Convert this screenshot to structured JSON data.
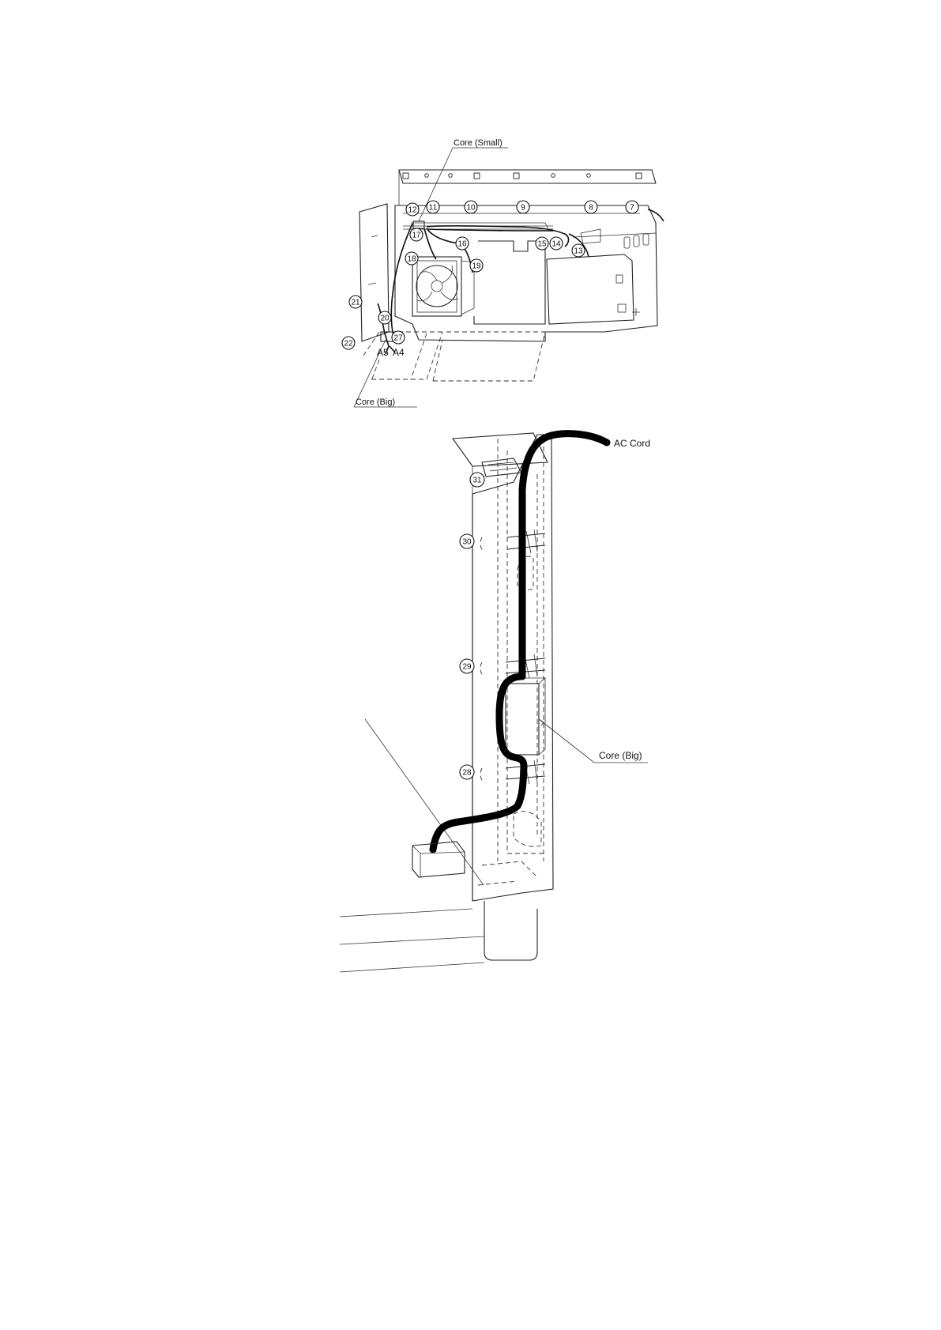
{
  "top_view": {
    "core_small_label": "Core (Small)",
    "core_big_label": "Core (Big)",
    "callouts": [
      "7",
      "8",
      "9",
      "10",
      "11",
      "12",
      "13",
      "14",
      "15",
      "16",
      "17",
      "18",
      "19",
      "20",
      "21",
      "22",
      "27"
    ],
    "connector_labels": [
      "A5",
      "A4"
    ]
  },
  "bottom_view": {
    "ac_cord_label": "AC Cord",
    "core_big_label": "Core (Big)",
    "callouts": [
      "28",
      "29",
      "30",
      "31"
    ]
  }
}
